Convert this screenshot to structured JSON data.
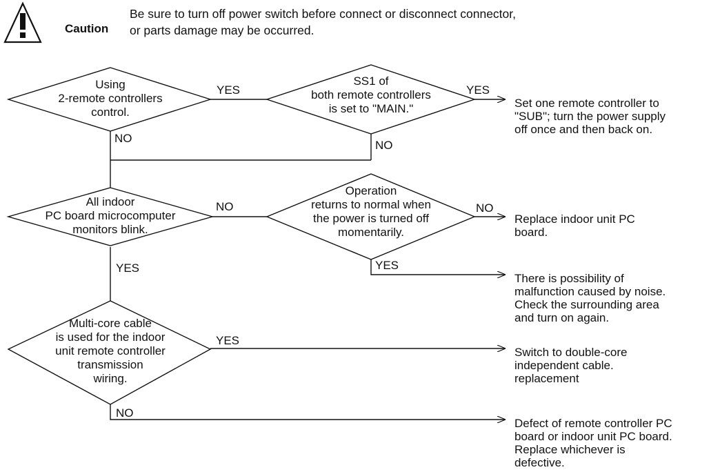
{
  "caution": {
    "title": "Caution",
    "line1": "Be sure to turn off power switch before connect or disconnect connector,",
    "line2": "or parts damage may be occurred."
  },
  "decisions": {
    "d1": [
      "Using",
      "2-remote controllers",
      "control."
    ],
    "d2": [
      "SS1 of",
      "both remote controllers",
      "is set to \"MAIN.\""
    ],
    "d3": [
      "All indoor",
      "PC board microcomputer",
      "monitors blink."
    ],
    "d4": [
      "Operation",
      "returns to normal when",
      "the power is turned off",
      "momentarily."
    ],
    "d5": [
      "Multi-core cable",
      "is used for the indoor",
      "unit remote controller",
      "transmission",
      "wiring."
    ]
  },
  "labels": {
    "d1_yes": "YES",
    "d1_no": "NO",
    "d2_yes": "YES",
    "d2_no": "NO",
    "d3_no": "NO",
    "d3_yes": "YES",
    "d4_no": "NO",
    "d4_yes": "YES",
    "d5_yes": "YES",
    "d5_no": "NO"
  },
  "results": {
    "r1": [
      "Set one remote controller to",
      "\"SUB\"; turn the power supply",
      "off once and then back on."
    ],
    "r2": [
      "Replace indoor unit PC",
      "board."
    ],
    "r3": [
      "There is possibility of",
      "malfunction caused by noise.",
      "Check the surrounding area",
      "and turn on again."
    ],
    "r4": [
      "Switch to double-core",
      "independent cable.",
      "replacement"
    ],
    "r5": [
      "Defect of remote controller PC",
      "board or indoor unit PC board.",
      "Replace whichever is",
      "defective."
    ]
  }
}
